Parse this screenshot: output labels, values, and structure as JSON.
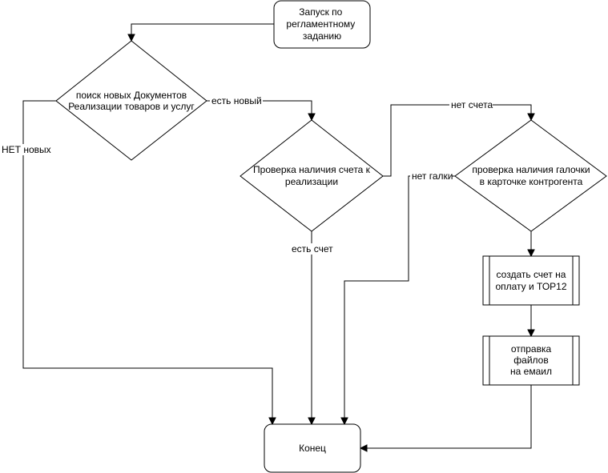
{
  "nodes": {
    "start": "Запуск по регламентному заданию",
    "search_line1": "поиск новых Документов",
    "search_line2": "Реализации товаров и услуг",
    "check_invoice_line1": "Проверка наличия счета к",
    "check_invoice_line2": "реализации",
    "check_flag_line1": "проверка наличия галочки",
    "check_flag_line2": "в карточке контрогента",
    "create_invoice_line1": "создать счет на",
    "create_invoice_line2": "оплату и ТОР12",
    "send_files_line1": "отправка",
    "send_files_line2": "файлов",
    "send_files_line3": "на емаил",
    "end": "Конец"
  },
  "edges": {
    "no_new": "НЕТ новых",
    "has_new": "есть новый",
    "no_invoice": "нет счета",
    "has_invoice": "есть счет",
    "no_flag": "нет галки"
  },
  "colors": {
    "stroke": "#000000",
    "fill": "#ffffff"
  }
}
